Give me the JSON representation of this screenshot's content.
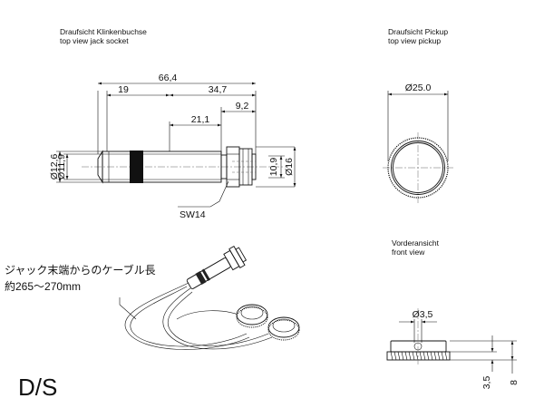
{
  "captions": {
    "jack_de": "Draufsicht Klinkenbuchse",
    "jack_en": "top view jack socket",
    "pickup_de": "Draufsicht Pickup",
    "pickup_en": "top view pickup",
    "front_de": "Vorderansicht",
    "front_en": "front view"
  },
  "jack_dimensions": {
    "overall_length": "66,4",
    "left_section": "19",
    "right_section": "34,7",
    "mid_section": "21,1",
    "nut_width": "9,2",
    "dia_outer": "Ø12,6",
    "dia_inner": "Ø11,9",
    "thread_height": "10,9",
    "dia_nut": "Ø16",
    "wrench_size": "SW14"
  },
  "pickup_dimensions": {
    "diameter": "Ø25.0",
    "hole_diameter": "Ø3,5",
    "base_height": "3,5",
    "total_height": "8"
  },
  "cable_note": {
    "line1": "ジャック末端からのケーブル長",
    "line2": "約265～270mm"
  },
  "model_label": "D/S"
}
